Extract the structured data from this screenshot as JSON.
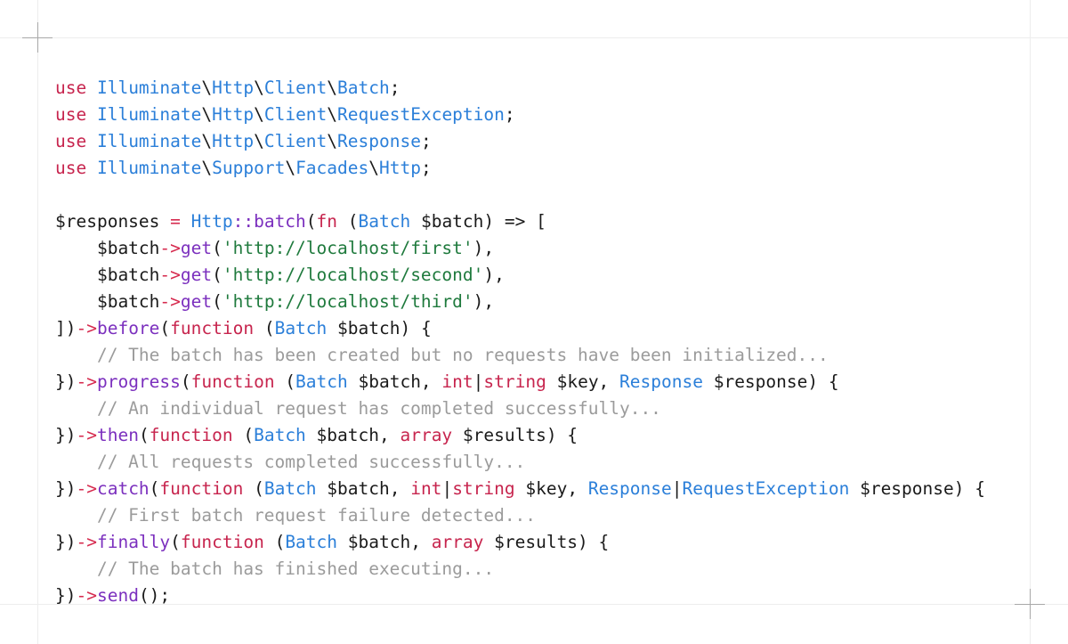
{
  "page": {
    "background_color": "#ffffff",
    "language": "php",
    "guide_line_color": "#ededed",
    "crop_mark_color": "#a8a8a8"
  },
  "theme": {
    "plain": "#1a1a1a",
    "keyword": "#c7254e",
    "class_name": "#2b7fd9",
    "method": "#7b2fbe",
    "string": "#1f7a3d",
    "comment": "#9b9b9b",
    "operator": "#d62a4e"
  },
  "code": {
    "plain_text": "use Illuminate\\Http\\Client\\Batch;\nuse Illuminate\\Http\\Client\\RequestException;\nuse Illuminate\\Http\\Client\\Response;\nuse Illuminate\\Support\\Facades\\Http;\n\n$responses = Http::batch(fn (Batch $batch) => [\n    $batch->get('http://localhost/first'),\n    $batch->get('http://localhost/second'),\n    $batch->get('http://localhost/third'),\n])->before(function (Batch $batch) {\n    // The batch has been created but no requests have been initialized...\n})->progress(function (Batch $batch, int|string $key, Response $response) {\n    // An individual request has completed successfully...\n})->then(function (Batch $batch, array $results) {\n    // All requests completed successfully...\n})->catch(function (Batch $batch, int|string $key, Response|RequestException $response) {\n    // First batch request failure detected...\n})->finally(function (Batch $batch, array $results) {\n    // The batch has finished executing...\n})->send();",
    "lines": [
      {
        "tokens": [
          {
            "text": "use ",
            "type": "keyword"
          },
          {
            "text": "Illuminate",
            "type": "class"
          },
          {
            "text": "\\",
            "type": "plain"
          },
          {
            "text": "Http",
            "type": "class"
          },
          {
            "text": "\\",
            "type": "plain"
          },
          {
            "text": "Client",
            "type": "class"
          },
          {
            "text": "\\",
            "type": "plain"
          },
          {
            "text": "Batch",
            "type": "class"
          },
          {
            "text": ";",
            "type": "plain"
          }
        ]
      },
      {
        "tokens": [
          {
            "text": "use ",
            "type": "keyword"
          },
          {
            "text": "Illuminate",
            "type": "class"
          },
          {
            "text": "\\",
            "type": "plain"
          },
          {
            "text": "Http",
            "type": "class"
          },
          {
            "text": "\\",
            "type": "plain"
          },
          {
            "text": "Client",
            "type": "class"
          },
          {
            "text": "\\",
            "type": "plain"
          },
          {
            "text": "RequestException",
            "type": "class"
          },
          {
            "text": ";",
            "type": "plain"
          }
        ]
      },
      {
        "tokens": [
          {
            "text": "use ",
            "type": "keyword"
          },
          {
            "text": "Illuminate",
            "type": "class"
          },
          {
            "text": "\\",
            "type": "plain"
          },
          {
            "text": "Http",
            "type": "class"
          },
          {
            "text": "\\",
            "type": "plain"
          },
          {
            "text": "Client",
            "type": "class"
          },
          {
            "text": "\\",
            "type": "plain"
          },
          {
            "text": "Response",
            "type": "class"
          },
          {
            "text": ";",
            "type": "plain"
          }
        ]
      },
      {
        "tokens": [
          {
            "text": "use ",
            "type": "keyword"
          },
          {
            "text": "Illuminate",
            "type": "class"
          },
          {
            "text": "\\",
            "type": "plain"
          },
          {
            "text": "Support",
            "type": "class"
          },
          {
            "text": "\\",
            "type": "plain"
          },
          {
            "text": "Facades",
            "type": "class"
          },
          {
            "text": "\\",
            "type": "plain"
          },
          {
            "text": "Http",
            "type": "class"
          },
          {
            "text": ";",
            "type": "plain"
          }
        ]
      },
      {
        "tokens": []
      },
      {
        "tokens": [
          {
            "text": "$responses ",
            "type": "var"
          },
          {
            "text": "=",
            "type": "op"
          },
          {
            "text": " ",
            "type": "plain"
          },
          {
            "text": "Http",
            "type": "class"
          },
          {
            "text": "::batch",
            "type": "method"
          },
          {
            "text": "(",
            "type": "plain"
          },
          {
            "text": "fn",
            "type": "keyword"
          },
          {
            "text": " (",
            "type": "plain"
          },
          {
            "text": "Batch",
            "type": "class"
          },
          {
            "text": " $batch) => [",
            "type": "plain"
          }
        ]
      },
      {
        "tokens": [
          {
            "text": "    $batch",
            "type": "var"
          },
          {
            "text": "->",
            "type": "op"
          },
          {
            "text": "get",
            "type": "method"
          },
          {
            "text": "(",
            "type": "plain"
          },
          {
            "text": "'http://localhost/first'",
            "type": "string"
          },
          {
            "text": "),",
            "type": "plain"
          }
        ]
      },
      {
        "tokens": [
          {
            "text": "    $batch",
            "type": "var"
          },
          {
            "text": "->",
            "type": "op"
          },
          {
            "text": "get",
            "type": "method"
          },
          {
            "text": "(",
            "type": "plain"
          },
          {
            "text": "'http://localhost/second'",
            "type": "string"
          },
          {
            "text": "),",
            "type": "plain"
          }
        ]
      },
      {
        "tokens": [
          {
            "text": "    $batch",
            "type": "var"
          },
          {
            "text": "->",
            "type": "op"
          },
          {
            "text": "get",
            "type": "method"
          },
          {
            "text": "(",
            "type": "plain"
          },
          {
            "text": "'http://localhost/third'",
            "type": "string"
          },
          {
            "text": "),",
            "type": "plain"
          }
        ]
      },
      {
        "tokens": [
          {
            "text": "])",
            "type": "plain"
          },
          {
            "text": "->",
            "type": "op"
          },
          {
            "text": "before",
            "type": "method"
          },
          {
            "text": "(",
            "type": "plain"
          },
          {
            "text": "function",
            "type": "keyword"
          },
          {
            "text": " (",
            "type": "plain"
          },
          {
            "text": "Batch",
            "type": "class"
          },
          {
            "text": " $batch) {",
            "type": "plain"
          }
        ]
      },
      {
        "tokens": [
          {
            "text": "    // The batch has been created but no requests have been initialized...",
            "type": "comment"
          }
        ]
      },
      {
        "tokens": [
          {
            "text": "})",
            "type": "plain"
          },
          {
            "text": "->",
            "type": "op"
          },
          {
            "text": "progress",
            "type": "method"
          },
          {
            "text": "(",
            "type": "plain"
          },
          {
            "text": "function",
            "type": "keyword"
          },
          {
            "text": " (",
            "type": "plain"
          },
          {
            "text": "Batch",
            "type": "class"
          },
          {
            "text": " $batch, ",
            "type": "plain"
          },
          {
            "text": "int",
            "type": "keyword"
          },
          {
            "text": "|",
            "type": "plain"
          },
          {
            "text": "string",
            "type": "keyword"
          },
          {
            "text": " $key, ",
            "type": "plain"
          },
          {
            "text": "Response",
            "type": "class"
          },
          {
            "text": " $response) {",
            "type": "plain"
          }
        ]
      },
      {
        "tokens": [
          {
            "text": "    // An individual request has completed successfully...",
            "type": "comment"
          }
        ]
      },
      {
        "tokens": [
          {
            "text": "})",
            "type": "plain"
          },
          {
            "text": "->",
            "type": "op"
          },
          {
            "text": "then",
            "type": "method"
          },
          {
            "text": "(",
            "type": "plain"
          },
          {
            "text": "function",
            "type": "keyword"
          },
          {
            "text": " (",
            "type": "plain"
          },
          {
            "text": "Batch",
            "type": "class"
          },
          {
            "text": " $batch, ",
            "type": "plain"
          },
          {
            "text": "array",
            "type": "keyword"
          },
          {
            "text": " $results) {",
            "type": "plain"
          }
        ]
      },
      {
        "tokens": [
          {
            "text": "    // All requests completed successfully...",
            "type": "comment"
          }
        ]
      },
      {
        "tokens": [
          {
            "text": "})",
            "type": "plain"
          },
          {
            "text": "->",
            "type": "op"
          },
          {
            "text": "catch",
            "type": "method"
          },
          {
            "text": "(",
            "type": "plain"
          },
          {
            "text": "function",
            "type": "keyword"
          },
          {
            "text": " (",
            "type": "plain"
          },
          {
            "text": "Batch",
            "type": "class"
          },
          {
            "text": " $batch, ",
            "type": "plain"
          },
          {
            "text": "int",
            "type": "keyword"
          },
          {
            "text": "|",
            "type": "plain"
          },
          {
            "text": "string",
            "type": "keyword"
          },
          {
            "text": " $key, ",
            "type": "plain"
          },
          {
            "text": "Response",
            "type": "class"
          },
          {
            "text": "|",
            "type": "plain"
          },
          {
            "text": "RequestException",
            "type": "class"
          },
          {
            "text": " $response) {",
            "type": "plain"
          }
        ]
      },
      {
        "tokens": [
          {
            "text": "    // First batch request failure detected...",
            "type": "comment"
          }
        ]
      },
      {
        "tokens": [
          {
            "text": "})",
            "type": "plain"
          },
          {
            "text": "->",
            "type": "op"
          },
          {
            "text": "finally",
            "type": "method"
          },
          {
            "text": "(",
            "type": "plain"
          },
          {
            "text": "function",
            "type": "keyword"
          },
          {
            "text": " (",
            "type": "plain"
          },
          {
            "text": "Batch",
            "type": "class"
          },
          {
            "text": " $batch, ",
            "type": "plain"
          },
          {
            "text": "array",
            "type": "keyword"
          },
          {
            "text": " $results) {",
            "type": "plain"
          }
        ]
      },
      {
        "tokens": [
          {
            "text": "    // The batch has finished executing...",
            "type": "comment"
          }
        ]
      },
      {
        "tokens": [
          {
            "text": "})",
            "type": "plain"
          },
          {
            "text": "->",
            "type": "op"
          },
          {
            "text": "send",
            "type": "method"
          },
          {
            "text": "();",
            "type": "plain"
          }
        ]
      }
    ]
  }
}
